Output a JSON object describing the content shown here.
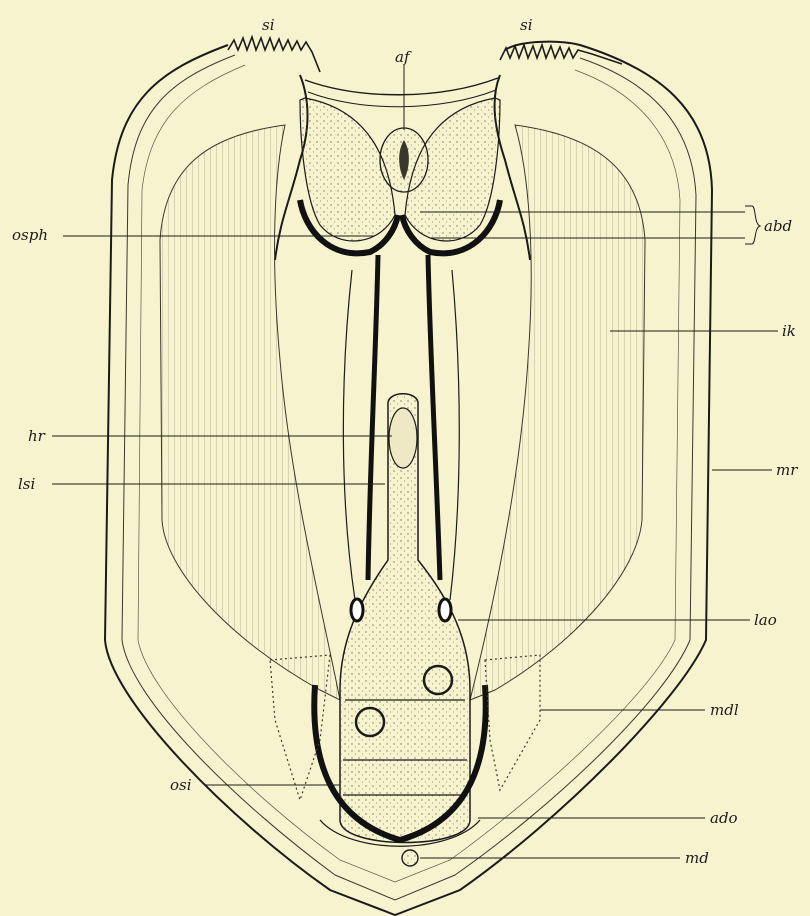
{
  "figure": {
    "colors": {
      "paper": "#f8f3cf",
      "ink": "#1b1b1b",
      "tissue": "#e9e3c0",
      "shade": "#d9d2ae"
    },
    "labels": {
      "si_left": "si",
      "si_right": "si",
      "af": "af",
      "abd": "abd",
      "osph": "osph",
      "ik": "ik",
      "hr": "hr",
      "mr": "mr",
      "lsi": "lsi",
      "lao": "lao",
      "mdl": "mdl",
      "osi": "osi",
      "ado": "ado",
      "md": "md"
    }
  }
}
